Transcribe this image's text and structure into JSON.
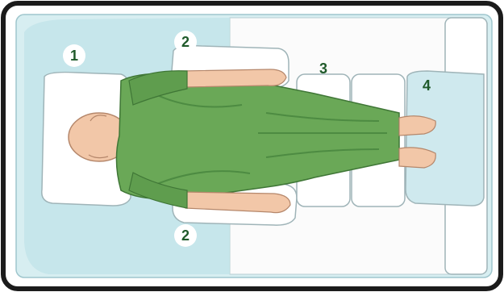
{
  "labels": {
    "pillow_head": "1",
    "pillow_arm_top": "2",
    "pillow_arm_bottom": "2",
    "pillow_legs": "3",
    "pillow_feet": "4"
  },
  "colors": {
    "frame": "#1b1b1b",
    "sheet_blue": "#bfe3e8",
    "pillow": "#ffffff",
    "gown_green": "#6aa857",
    "gown_dark": "#4d8b42",
    "skin": "#f2c7a8",
    "skin_shadow": "#d9a78a",
    "label_green": "#1f5a2a"
  },
  "icons": [
    "bed-icon",
    "patient-icon",
    "pillow-icon"
  ]
}
